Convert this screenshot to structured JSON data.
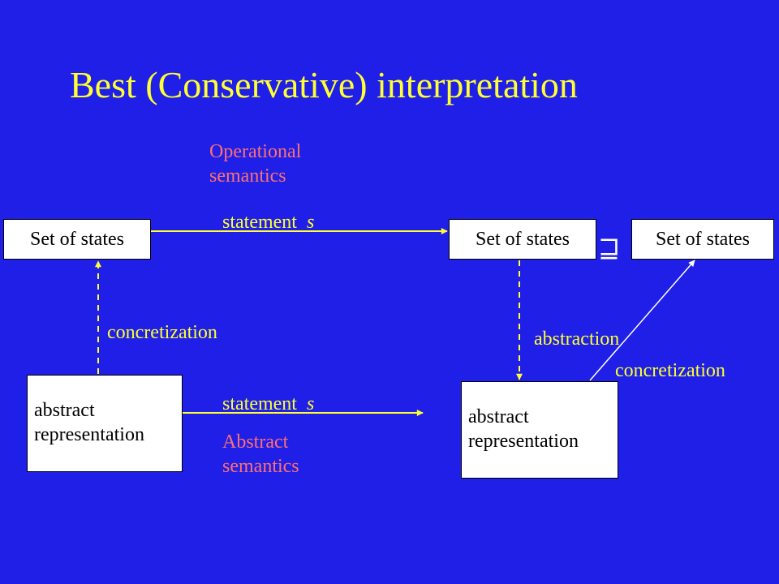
{
  "title": "Best (Conservative) interpretation",
  "operational_semantics": [
    "Operational",
    "semantics"
  ],
  "abstract_semantics": [
    "Abstract",
    "semantics"
  ],
  "statement_top": {
    "word": "statement",
    "var": "s"
  },
  "statement_bottom": {
    "word": "statement",
    "var": "s"
  },
  "set_of_states": [
    "Set of states",
    "Set of states",
    "Set of states"
  ],
  "abstract_box_left": [
    "abstract",
    "representation"
  ],
  "abstract_box_right": [
    "abstract",
    "representation"
  ],
  "concretization_left": "concretization",
  "abstraction": "abstraction",
  "concretization_right": "concretization",
  "subset_symbol": "⊒",
  "colors": {
    "background": "#1f1fe8",
    "title": "#ffff33",
    "semantics_label": "#ff7070",
    "arrow": "#ffff33",
    "thin_arrow": "#ffffff"
  }
}
